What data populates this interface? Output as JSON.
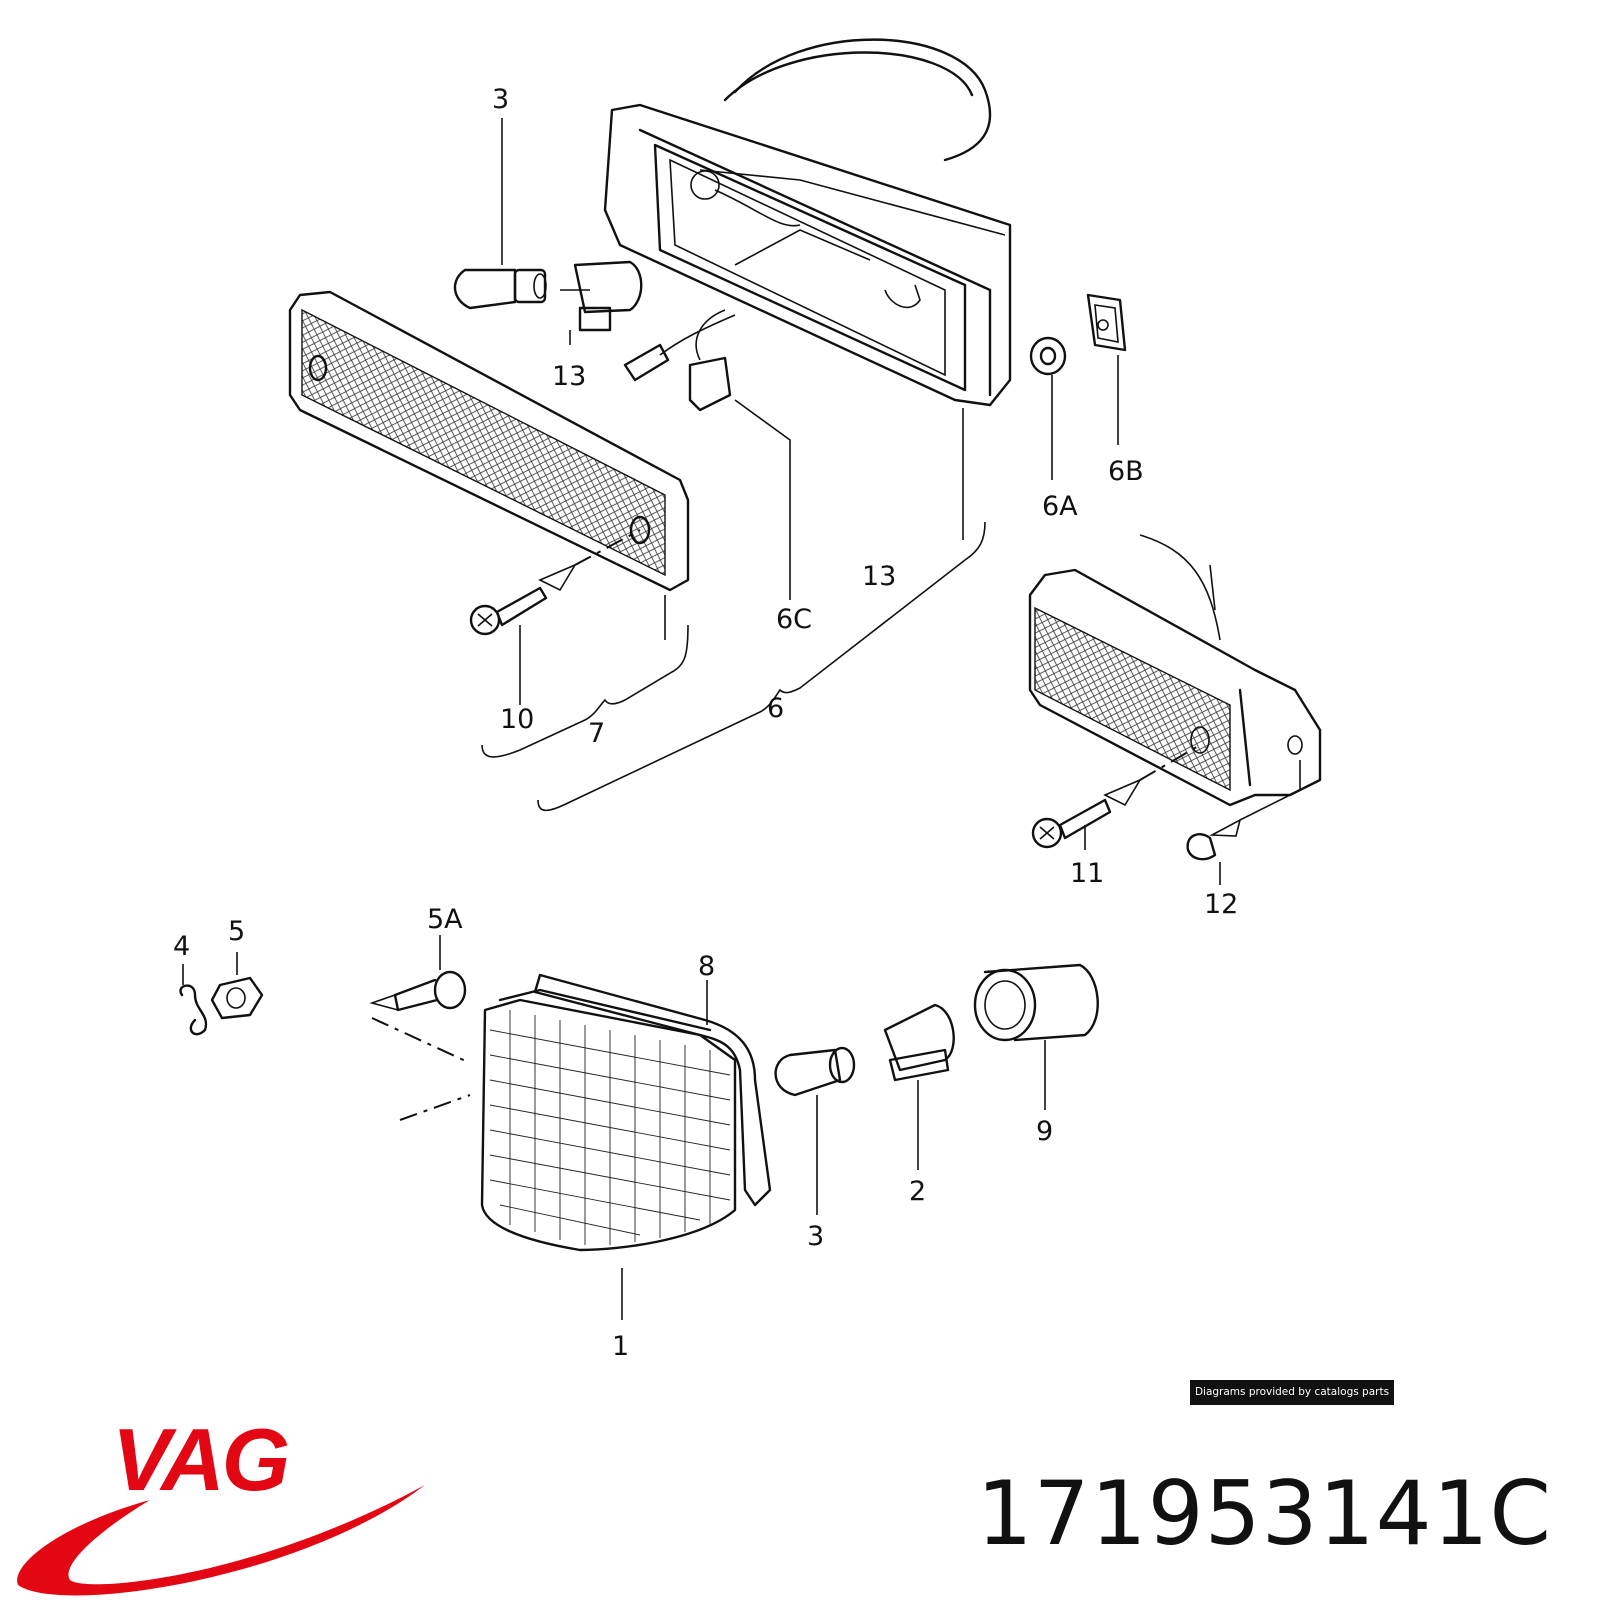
{
  "diagram": {
    "callouts": {
      "c3_top": "3",
      "c13_small": "13",
      "c13_large": "13",
      "c6C": "6C",
      "c6A": "6A",
      "c6B": "6B",
      "c10": "10",
      "c7": "7",
      "c6": "6",
      "c11": "11",
      "c12": "12",
      "c4": "4",
      "c5": "5",
      "c5A": "5A",
      "c8": "8",
      "c9": "9",
      "c3_bottom": "3",
      "c2": "2",
      "c1": "1"
    }
  },
  "credit": "Diagrams provided by catalogs parts",
  "brand": {
    "logo_text": "VAG",
    "color": "#e30613"
  },
  "part_number": "171953141C"
}
